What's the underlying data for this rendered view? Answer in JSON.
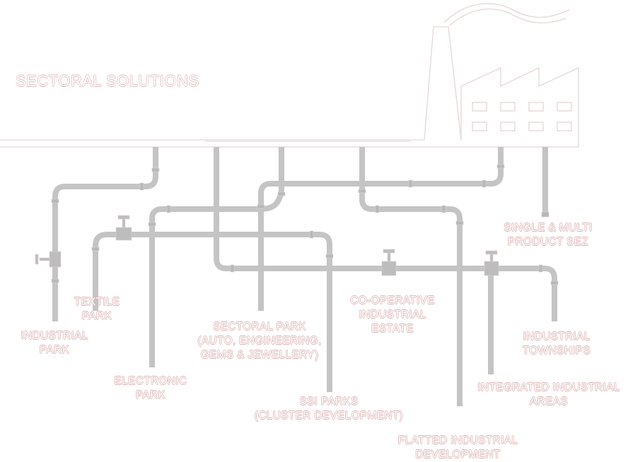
{
  "title": "SECTORAL SOLUTIONS",
  "colors": {
    "pipe": "#c4c4c4",
    "pipe_shadow": "#b2b2b2",
    "label_outline": "#dcb4b4",
    "outline": "#e0d0d0"
  },
  "labels": {
    "industrial_park": [
      "INDUSTRIAL",
      "PARK"
    ],
    "textile_park": [
      "TEXTILE",
      "PARK"
    ],
    "electronic_park": [
      "ELECTRONIC",
      "PARK"
    ],
    "sectoral_park": [
      "SECTORAL PARK",
      "(AUTO, ENGINEERING,",
      "GEMS & JEWELLERY)"
    ],
    "ssi_parks": [
      "SSI PARKS",
      "(CLUSTER DEVELOPMENT)"
    ],
    "co_operative": [
      "CO-OPERATIVE",
      "INDUSTRIAL",
      "ESTATE"
    ],
    "flatted": [
      "FLATTED INDUSTRIAL",
      "DEVELOPMENT"
    ],
    "single_multi": [
      "SINGLE & MULTI",
      "PRODUCT SEZ"
    ],
    "townships": [
      "INDUSTRIAL",
      "TOWNSHIPS"
    ],
    "integrated": [
      "INTEGRATED INDUSTRIAL",
      "AREAS"
    ]
  }
}
